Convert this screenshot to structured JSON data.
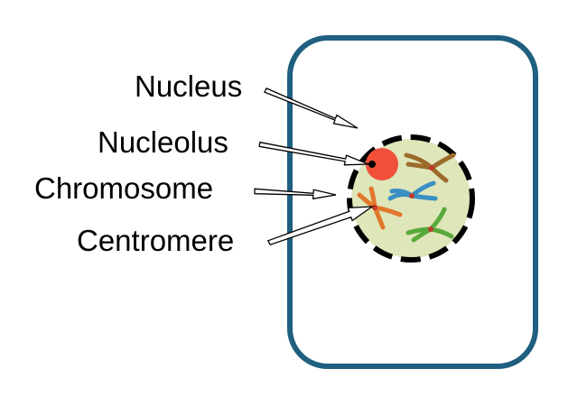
{
  "labels": {
    "nucleus": "Nucleus",
    "nucleolus": "Nucleolus",
    "chromosome": "Chromosome",
    "centromere": "Centromere"
  },
  "colors": {
    "cell_border": "#1f5f7f",
    "nucleus_fill": "#dfe6ba",
    "nuclear_envelope": "#000000",
    "nucleolus": "#f0503a",
    "chromosome_orange": "#e2772b",
    "chromosome_brown": "#9b6a2b",
    "chromosome_blue": "#3a8fc4",
    "chromosome_green": "#58a93a",
    "centromere": "#c0392b"
  }
}
